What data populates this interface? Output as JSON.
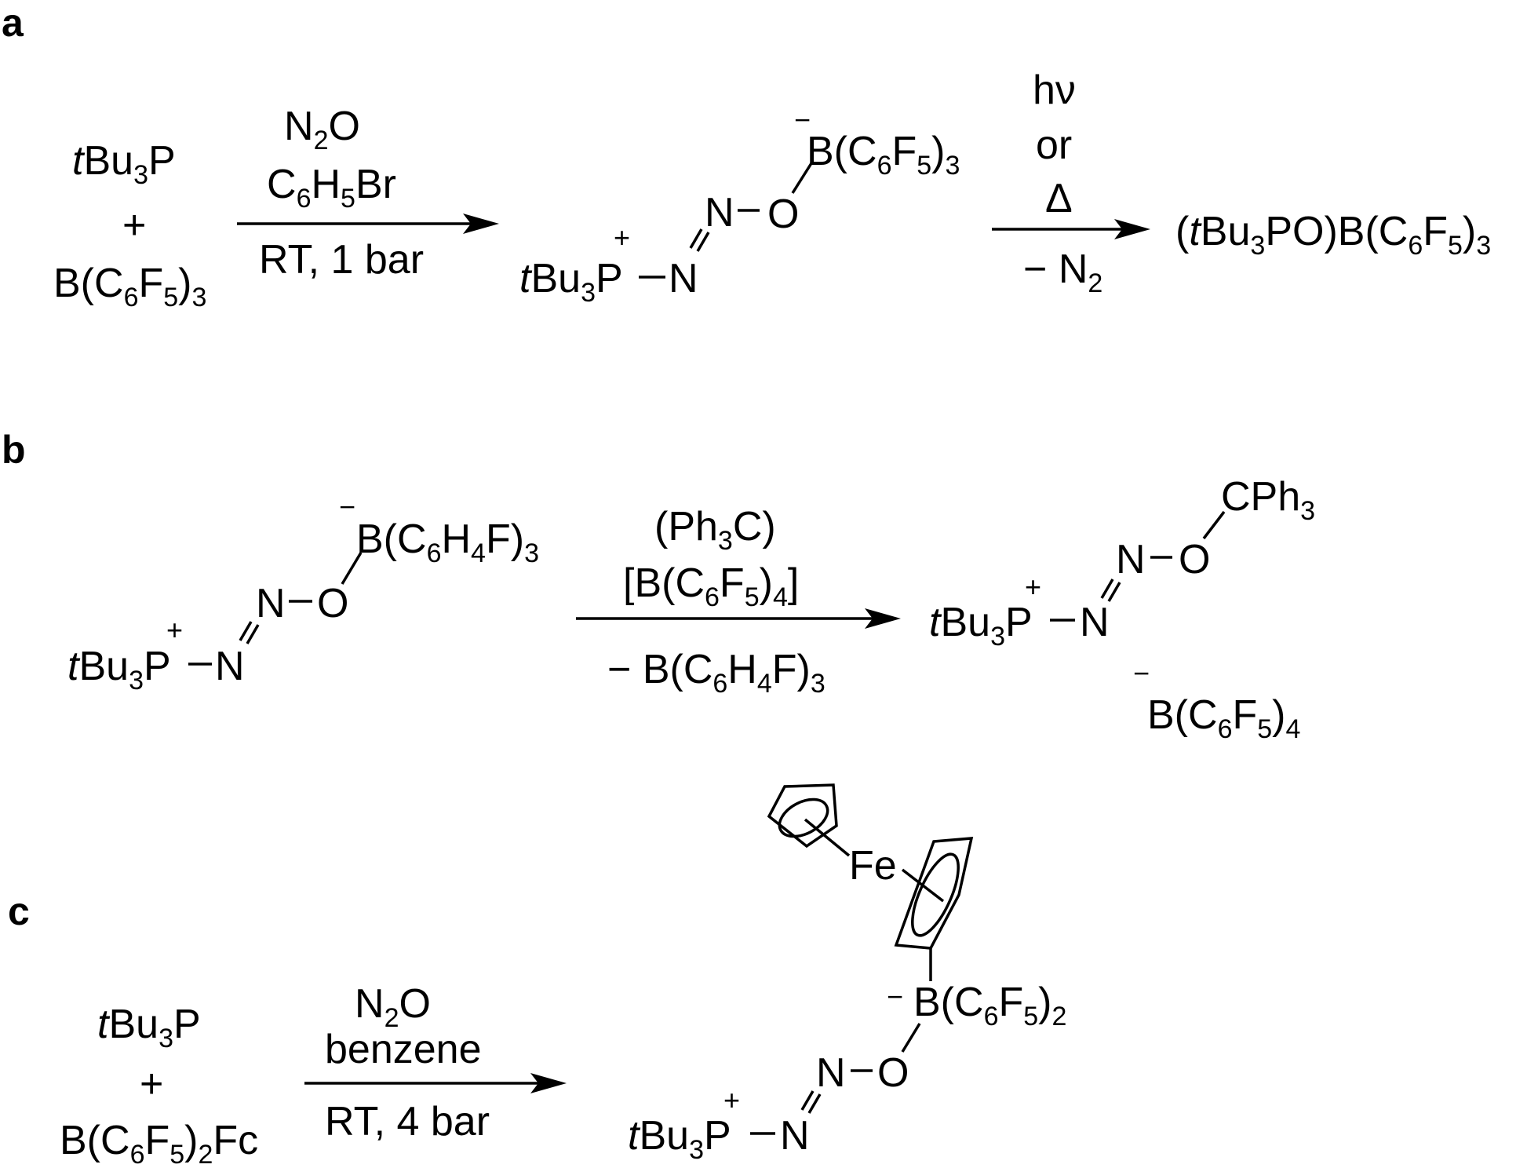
{
  "panels": {
    "a": {
      "label": "a",
      "reactant_phosphine": "tBu3P",
      "plus": "+",
      "reactant_borane": "B(C6F5)3",
      "conditions_top": [
        "N2O",
        "C6H5Br"
      ],
      "conditions_bottom": "RT, 1 bar",
      "intermediate": {
        "cation_charge": "+",
        "anion_charge": "−",
        "phosphonium": "tBu3P",
        "n1": "N",
        "n2": "N",
        "o": "O",
        "borane": "B(C6F5)3"
      },
      "step2_top": [
        "hν",
        "or",
        "Δ"
      ],
      "step2_bottom": "−N2",
      "product": "(tBu3PO)B(C6F5)3"
    },
    "b": {
      "label": "b",
      "reactant": {
        "cation_charge": "+",
        "anion_charge": "−",
        "phosphonium": "tBu3P",
        "n1": "N",
        "n2": "N",
        "o": "O",
        "borane": "B(C6H4F)3"
      },
      "conditions_top": [
        "(Ph3C)",
        "[B(C6F5)4]"
      ],
      "conditions_bottom": "− B(C6H4F)3",
      "product": {
        "cation_charge": "+",
        "phosphonium": "tBu3P",
        "n1": "N",
        "n2": "N",
        "o": "O",
        "substituent": "CPh3"
      },
      "counterion_charge": "−",
      "counterion": "B(C6F5)4"
    },
    "c": {
      "label": "c",
      "reactant_phosphine": "tBu3P",
      "plus": "+",
      "reactant_borane": "B(C6F5)2Fc",
      "conditions_top": [
        "N2O",
        "benzene"
      ],
      "conditions_bottom": "RT, 4 bar",
      "product": {
        "metal": "Fe",
        "cation_charge": "+",
        "anion_charge": "−",
        "phosphonium": "tBu3P",
        "n1": "N",
        "n2": "N",
        "o": "O",
        "borane": "B(C6F5)2"
      }
    }
  }
}
